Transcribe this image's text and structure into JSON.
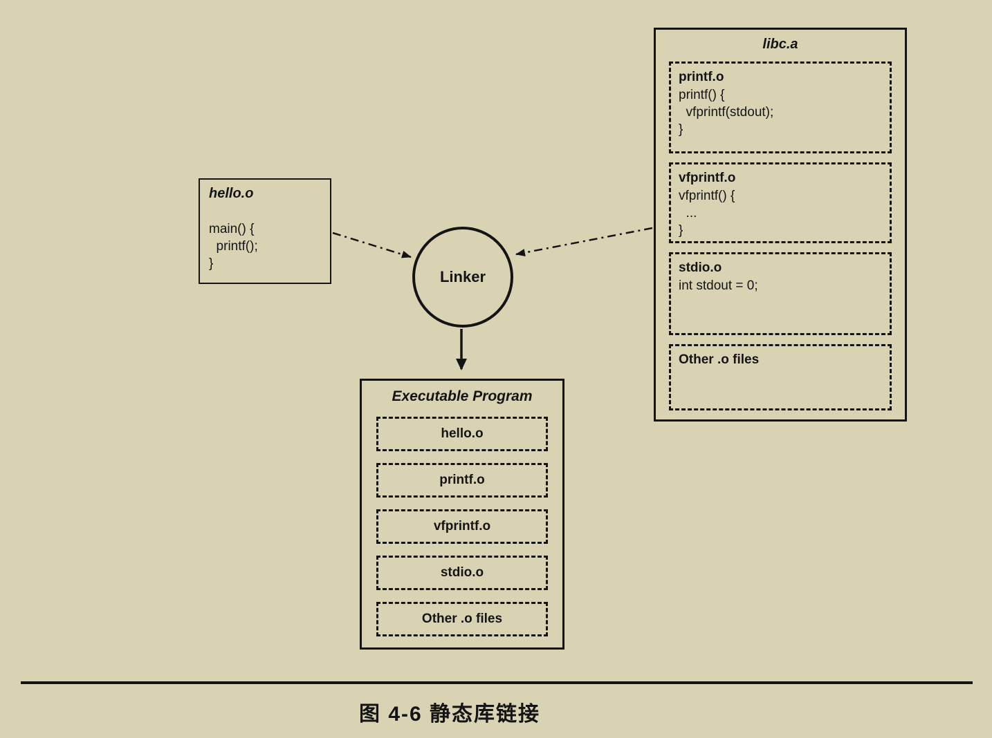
{
  "colors": {
    "background": "#d9d3b4",
    "ink": "#141414"
  },
  "hello_box": {
    "title": "hello.o",
    "code_lines": [
      "main() {",
      "  printf();",
      "}"
    ]
  },
  "linker": {
    "label": "Linker"
  },
  "libc_box": {
    "title": "libc.a",
    "modules": [
      {
        "name": "printf.o",
        "code_lines": [
          "printf() {",
          "  vfprintf(stdout);",
          "}"
        ]
      },
      {
        "name": "vfprintf.o",
        "code_lines": [
          "vfprintf() {",
          "  ...",
          "}"
        ]
      },
      {
        "name": "stdio.o",
        "code_lines": [
          "int stdout = 0;"
        ]
      },
      {
        "name": "Other .o files",
        "code_lines": []
      }
    ]
  },
  "executable_box": {
    "title": "Executable Program",
    "modules": [
      "hello.o",
      "printf.o",
      "vfprintf.o",
      "stdio.o",
      "Other .o files"
    ]
  },
  "caption": "图 4-6  静态库链接"
}
